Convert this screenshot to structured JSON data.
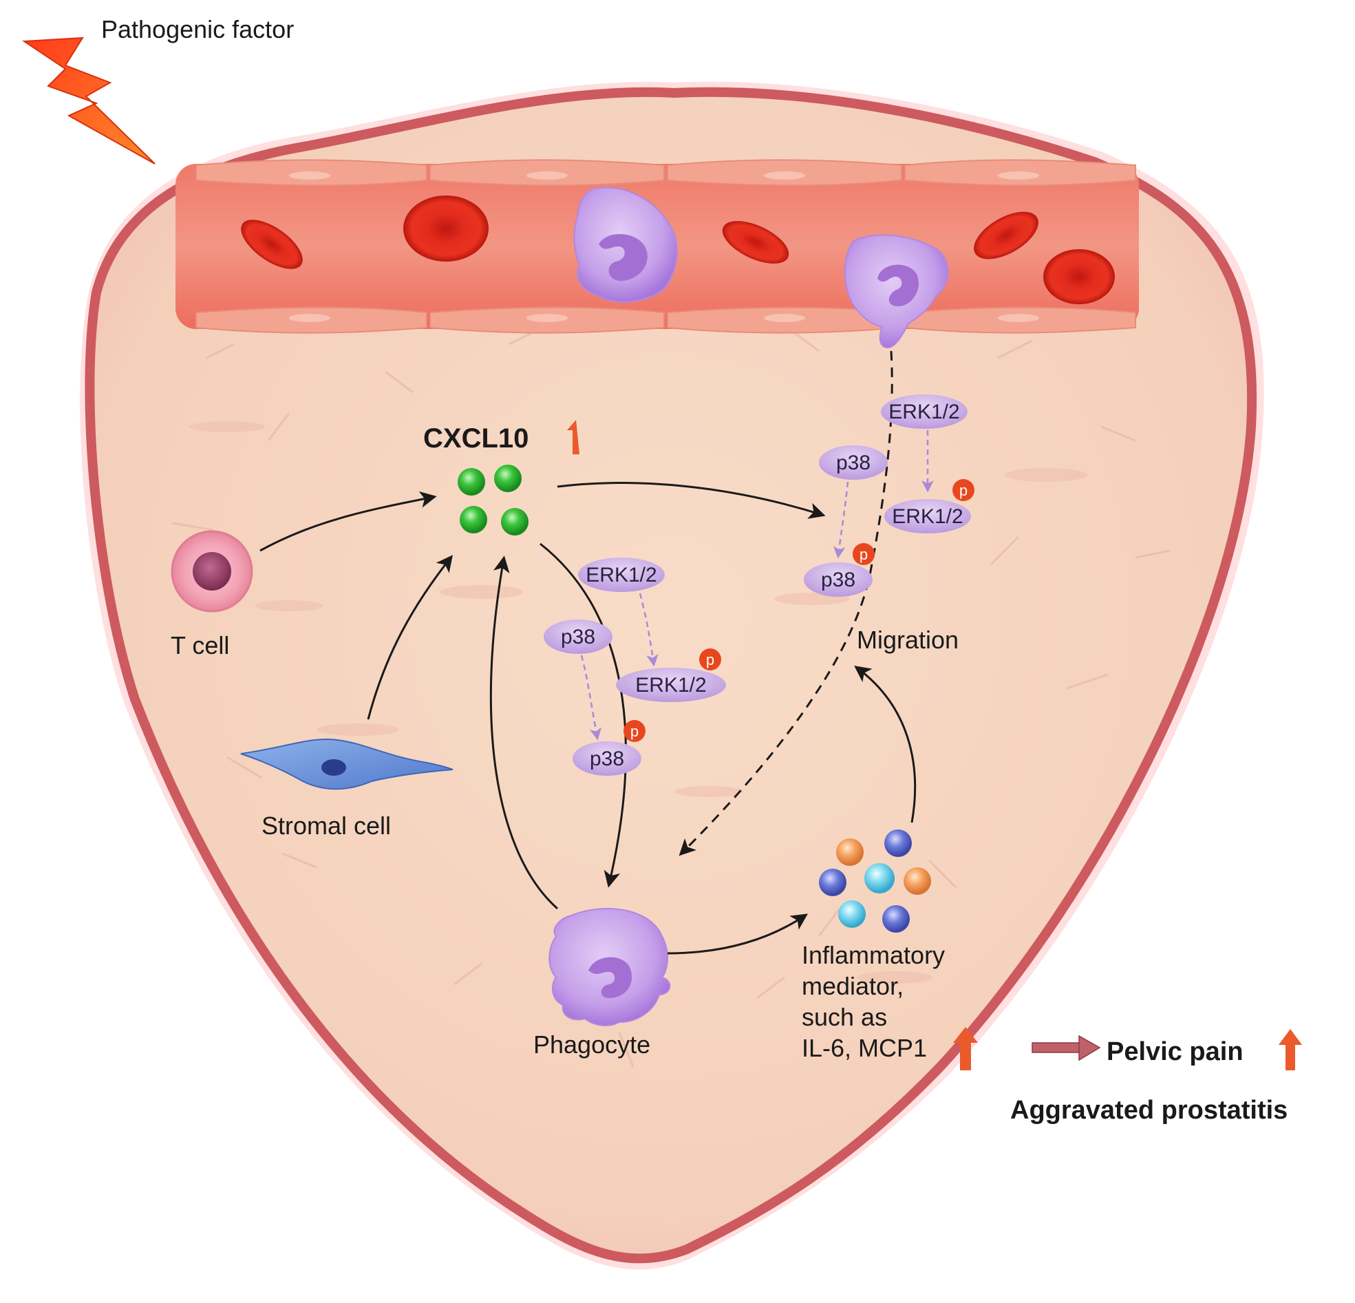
{
  "labels": {
    "pathogenic_factor": "Pathogenic factor",
    "cxcl10": "CXCL10",
    "t_cell": "T cell",
    "stromal_cell": "Stromal cell",
    "phagocyte": "Phagocyte",
    "migration": "Migration",
    "inflammatory_mediator": [
      "Inflammatory",
      "mediator,",
      "such as",
      "IL-6, MCP1"
    ],
    "pelvic_pain": "Pelvic pain",
    "aggravated_prostatitis": "Aggravated prostatitis"
  },
  "signaling": {
    "erk": "ERK1/2",
    "p38": "p38",
    "phospho": "p"
  },
  "colors": {
    "tissue": "#f6d7c2",
    "membrane": "#cf5a5e",
    "vessel": "#ee6e5d",
    "rbc": "#e0281c",
    "leukocyte": "#c29be8",
    "nucleus": "#9b66c9",
    "cxcl10_dot": "#3fc23f",
    "up_arrow": "#ea5a2b",
    "phospho_badge": "#e8471d"
  }
}
